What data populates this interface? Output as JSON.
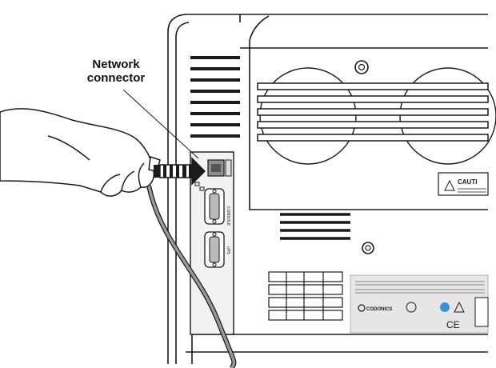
{
  "callout": {
    "line1": "Network",
    "line2": "connector"
  },
  "ports": {
    "console_label": "CONSOLE",
    "ups_label": "UPS"
  },
  "caution_label": {
    "text": "CAUTI"
  },
  "rear_label": {
    "brand": "CODONICS"
  },
  "colors": {
    "outline": "#1a1a1a",
    "cable": "#9a9a9a",
    "panel_fill": "#f2f2f2",
    "label_fill": "#e6e6e6",
    "white": "#ffffff"
  }
}
